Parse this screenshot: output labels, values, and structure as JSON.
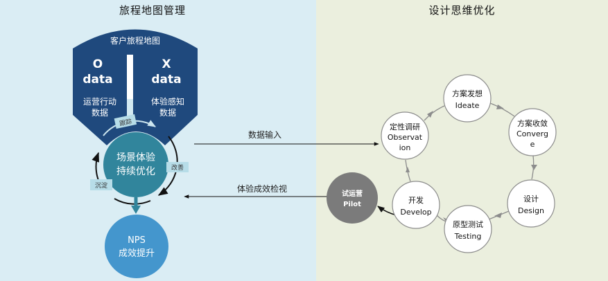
{
  "left_panel": {
    "title": "旅程地图管理",
    "journey_map": {
      "title": "客户旅程地图",
      "o_data": {
        "letter": "O",
        "word": "data",
        "desc_line1": "运营行动",
        "desc_line2": "数据"
      },
      "x_data": {
        "letter": "X",
        "word": "data",
        "desc_line1": "体验感知",
        "desc_line2": "数据"
      }
    },
    "center_circle": {
      "line1": "场景体验",
      "line2": "持续优化"
    },
    "cycle_labels": {
      "track": "跟踪",
      "improve": "改善",
      "settle": "沉淀"
    },
    "nps_circle": {
      "line1": "NPS",
      "line2": "成效提升"
    }
  },
  "connectors": {
    "data_input": "数据输入",
    "review": "体验成效检视"
  },
  "right_panel": {
    "title": "设计思维优化",
    "steps": [
      {
        "id": "observation",
        "zh": "定性调研",
        "en_line1": "Observat",
        "en_line2": "ion"
      },
      {
        "id": "ideate",
        "zh": "方案发想",
        "en_line1": "Ideate",
        "en_line2": ""
      },
      {
        "id": "converge",
        "zh": "方案收敛",
        "en_line1": "Converg",
        "en_line2": "e"
      },
      {
        "id": "design",
        "zh": "设计",
        "en_line1": "Design",
        "en_line2": ""
      },
      {
        "id": "testing",
        "zh": "原型测试",
        "en_line1": "Testing",
        "en_line2": ""
      },
      {
        "id": "develop",
        "zh": "开发",
        "en_line1": "Develop",
        "en_line2": ""
      }
    ],
    "pilot": {
      "zh": "试运营",
      "en": "Pilot"
    }
  },
  "colors": {
    "left_bg": "#daedf4",
    "right_bg": "#ebefde",
    "journey_navy": "#1f497d",
    "center_teal": "#31859c",
    "nps_blue": "#4496cd",
    "label_box": "#b7dde8",
    "pilot_gray": "#7b7b7b",
    "cycle_stroke": "#8c8c8c"
  }
}
